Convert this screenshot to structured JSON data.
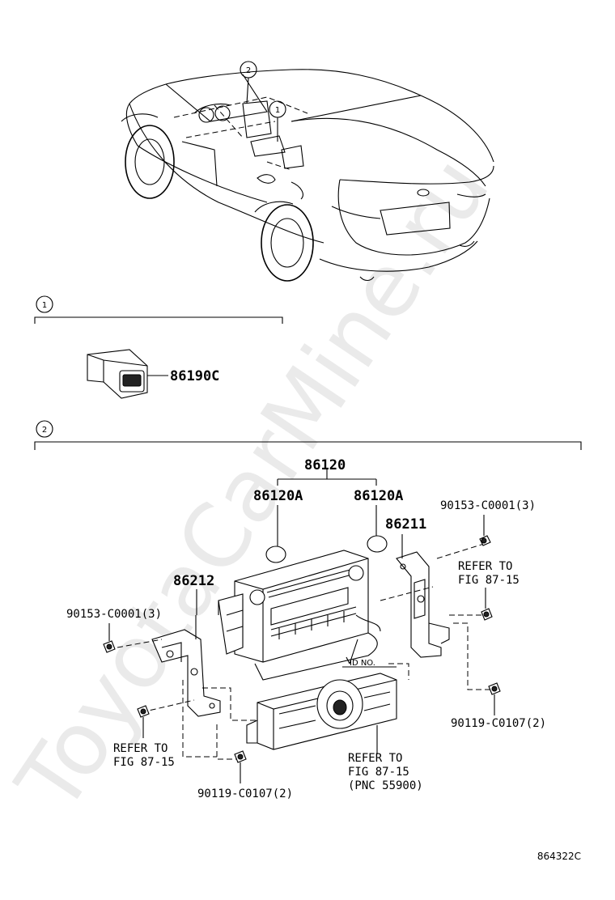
{
  "watermark": "ToyotaCarMine.ru",
  "callouts": [
    "1",
    "2"
  ],
  "sections": [
    {
      "marker": "1"
    },
    {
      "marker": "2"
    }
  ],
  "parts": {
    "p86190C": "86190C",
    "p86120": "86120",
    "p86120A_left": "86120A",
    "p86120A_right": "86120A",
    "p86211": "86211",
    "p86212": "86212",
    "bolt_right_upper": "90153-C0001(3)",
    "bolt_left": "90153-C0001(3)",
    "screw_right_lower": "90119-C0107(2)",
    "screw_left_lower": "90119-C0107(2)"
  },
  "notes": {
    "refer_right_1": "REFER TO",
    "refer_right_2": "FIG 87-15",
    "refer_left_1": "REFER TO",
    "refer_left_2": "FIG 87-15",
    "refer_center_1": "REFER TO",
    "refer_center_2": "FIG 87-15",
    "refer_center_3": "(PNC 55900)",
    "id_no": "ID NO."
  },
  "figure_code": "864322C"
}
